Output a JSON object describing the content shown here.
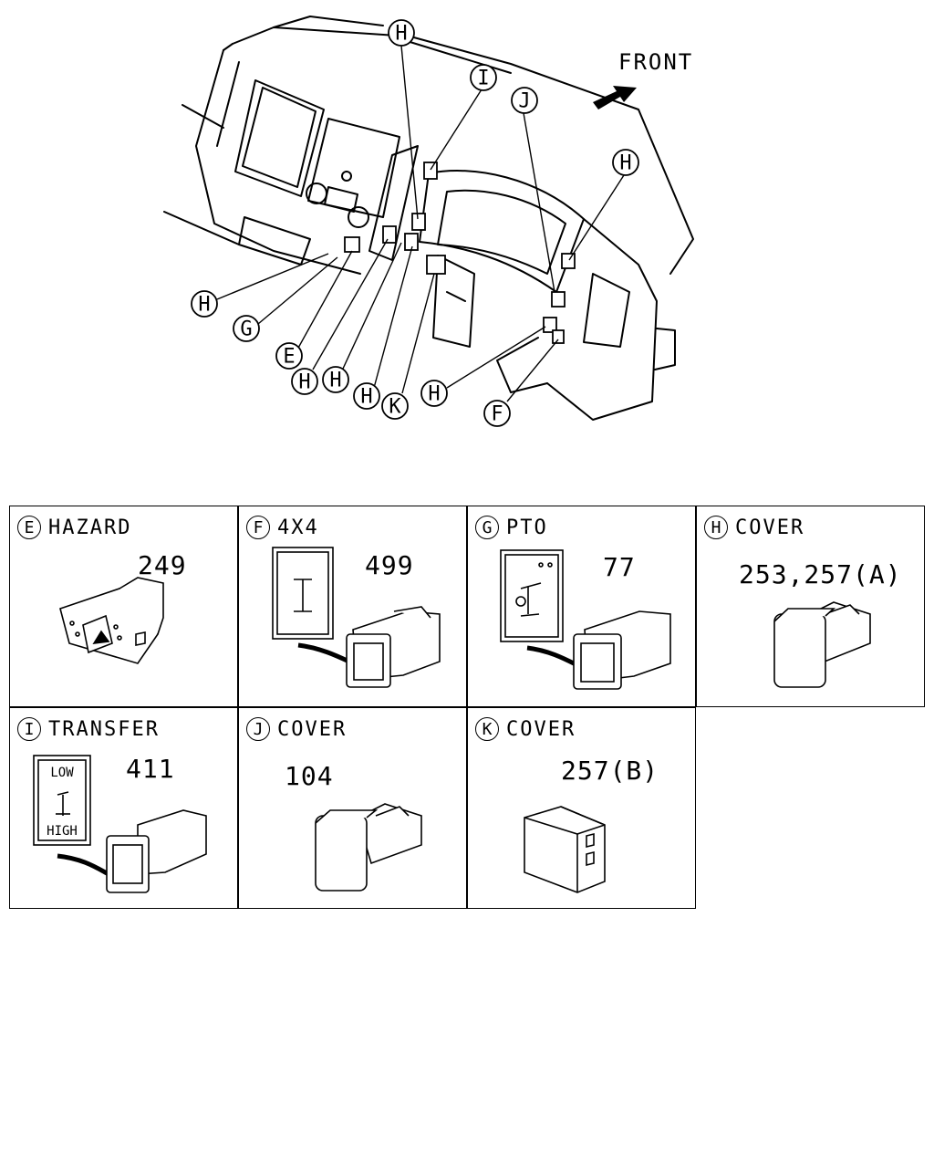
{
  "overview": {
    "front_label": "FRONT",
    "callouts": [
      {
        "id": "c1",
        "letter": "H"
      },
      {
        "id": "c2",
        "letter": "I"
      },
      {
        "id": "c3",
        "letter": "J"
      },
      {
        "id": "c4",
        "letter": "H"
      },
      {
        "id": "c5",
        "letter": "H"
      },
      {
        "id": "c6",
        "letter": "G"
      },
      {
        "id": "c7",
        "letter": "E"
      },
      {
        "id": "c8",
        "letter": "H"
      },
      {
        "id": "c9",
        "letter": "H"
      },
      {
        "id": "c10",
        "letter": "H"
      },
      {
        "id": "c11",
        "letter": "K"
      },
      {
        "id": "c12",
        "letter": "H"
      },
      {
        "id": "c13",
        "letter": "F"
      }
    ]
  },
  "parts": [
    {
      "letter": "E",
      "title": "HAZARD",
      "part_no": "249"
    },
    {
      "letter": "F",
      "title": "4X4",
      "part_no": "499"
    },
    {
      "letter": "G",
      "title": "PTO",
      "part_no": "77"
    },
    {
      "letter": "H",
      "title": "COVER",
      "part_no": "253,257(A)"
    },
    {
      "letter": "I",
      "title": "TRANSFER",
      "part_no": "411",
      "symbol_top": "LOW",
      "symbol_bottom": "HIGH"
    },
    {
      "letter": "J",
      "title": "COVER",
      "part_no": "104"
    },
    {
      "letter": "K",
      "title": "COVER",
      "part_no": "257(B)"
    }
  ]
}
